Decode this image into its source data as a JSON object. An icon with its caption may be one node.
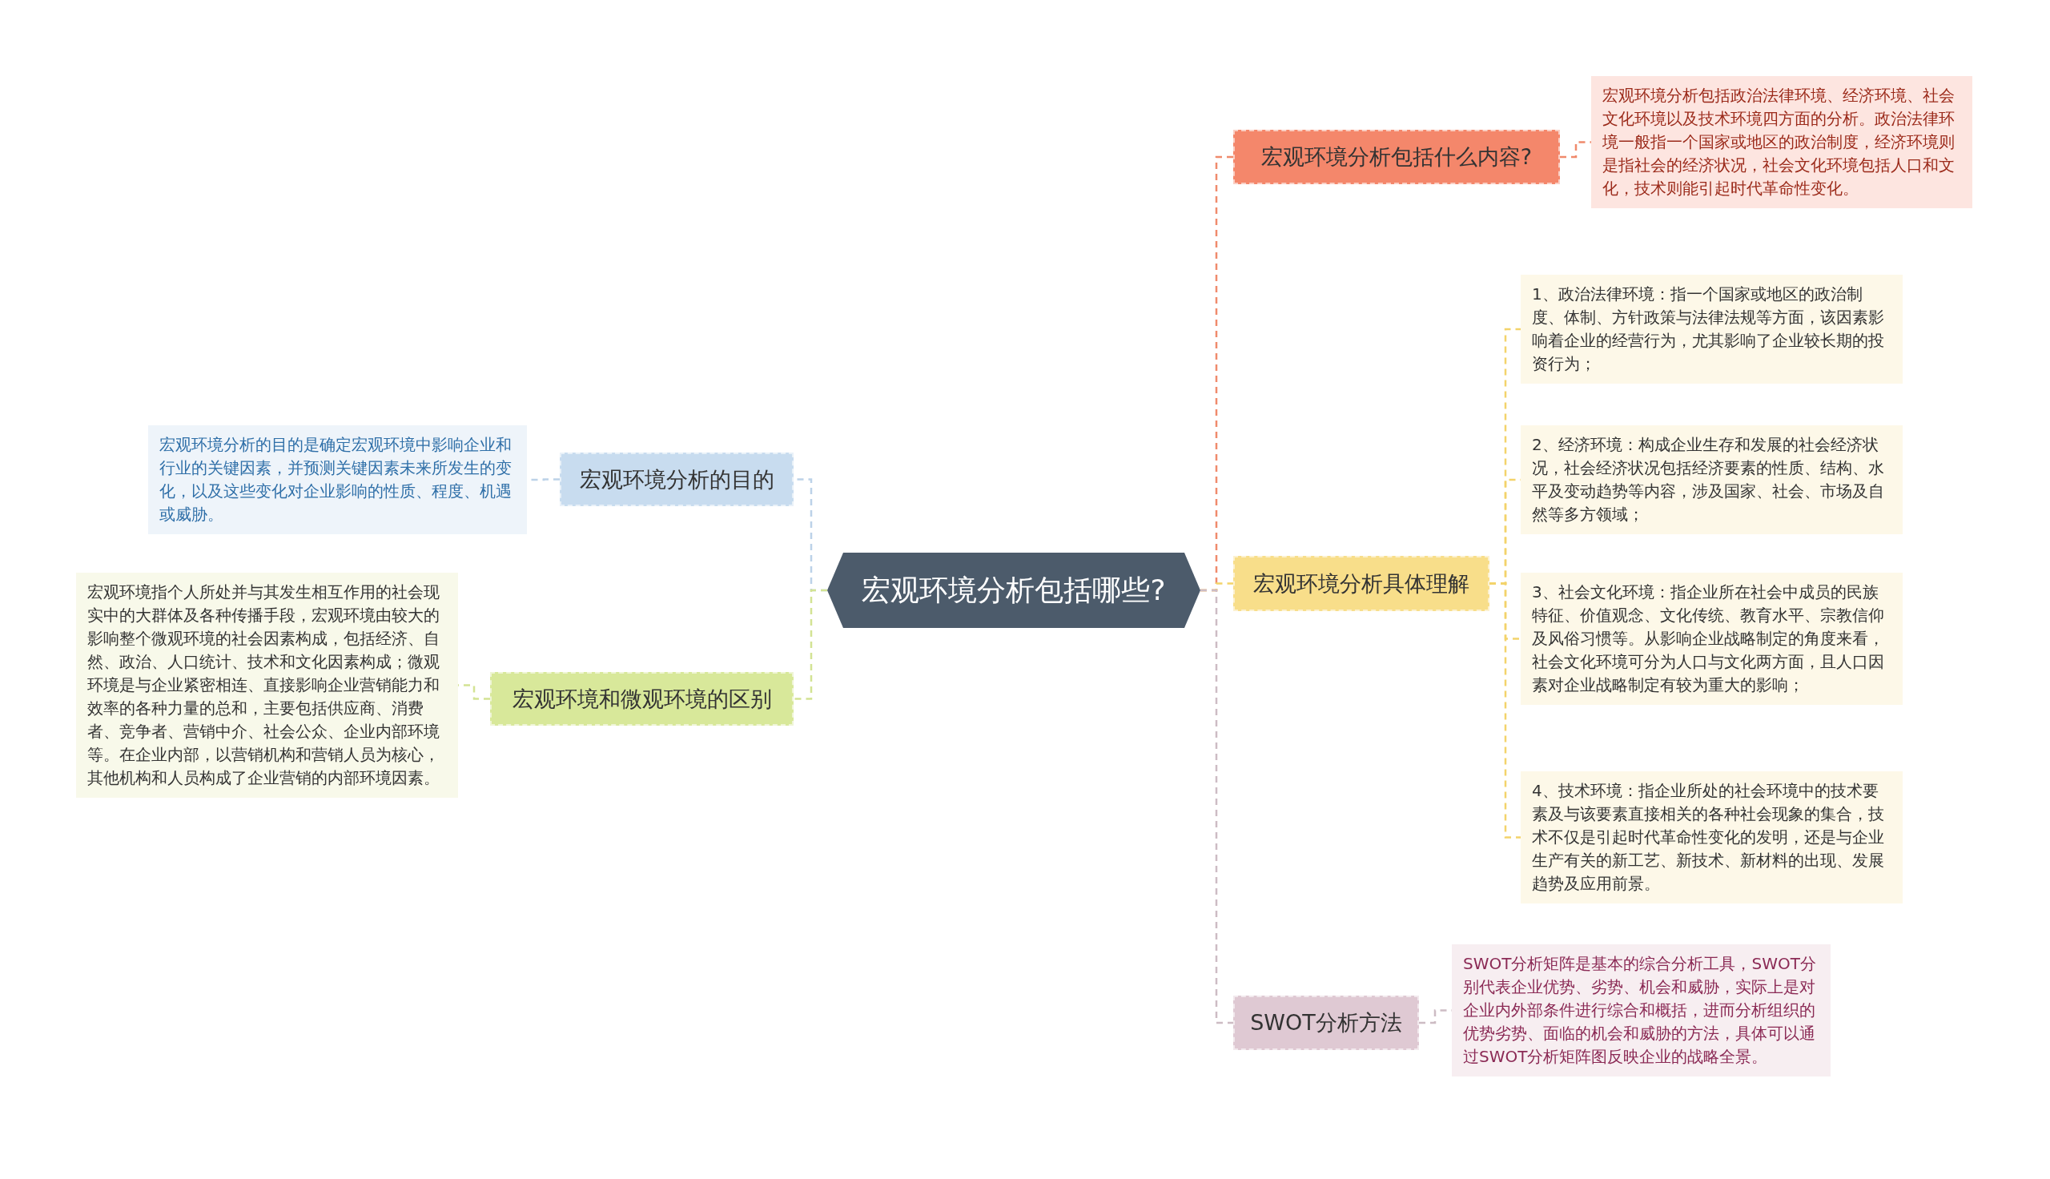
{
  "diagram": {
    "nodes": [
      {
        "text": [
          "宏观环境分析包括哪些?"
        ]
      },
      {
        "text": [
          "宏观环境分析包括什么内容?"
        ]
      },
      {
        "text": [
          "宏观环境分析包括政治法律环境、经济环境、社会文化环境以及技术环境四方面的分析。政治法律环境一般指一个国家或地区的政治制度，经济环境则是指社会的经济状况，社会文化环境包括人口和文化，技术则能引起时代革命性变化。"
        ]
      },
      {
        "text": [
          "宏观环境分析具体理解"
        ]
      },
      {
        "text": [
          "1、政治法律环境：指一个国家或地区的政治制度、体制、方针政策与法律法规等方面，该因素影响着企业的经营行为，尤其影响了企业较长期的投资行为；"
        ]
      },
      {
        "text": [
          "2、经济环境：构成企业生存和发展的社会经济状况，社会经济状况包括经济要素的性质、结构、水平及变动趋势等内容，涉及国家、社会、市场及自然等多方领域；"
        ]
      },
      {
        "text": [
          "3、社会文化环境：指企业所在社会中成员的民族特征、价值观念、文化传统、教育水平、宗教信仰及风俗习惯等。从影响企业战略制定的角度来看，社会文化环境可分为人口与文化两方面，且人口因素对企业战略制定有较为重大的影响；"
        ]
      },
      {
        "text": [
          "4、技术环境：指企业所处的社会环境中的技术要素及与该要素直接相关的各种社会现象的集合，技术不仅是引起时代革命性变化的发明，还是与企业生产有关的新工艺、新技术、新材料的出现、发展趋势及应用前景。"
        ]
      },
      {
        "text": [
          "SWOT分析方法"
        ]
      },
      {
        "text": [
          "SWOT分析矩阵是基本的综合分析工具，SWOT分别代表企业优势、劣势、机会和威胁，实际上是对企业内外部条件进行综合和概括，进而分析组织的优势劣势、面临的机会和威胁的方法，具体可以通过SWOT分析矩阵图反映企业的战略全景。"
        ]
      },
      {
        "text": [
          "宏观环境分析的目的"
        ]
      },
      {
        "text": [
          "宏观环境分析的目的是确定宏观环境中影响企业和行业的关键因素，并预测关键因素未来所发生的变化，以及这些变化对企业影响的性质、程度、机遇或威胁。"
        ]
      },
      {
        "text": [
          "宏观环境和微观环境的区别"
        ]
      },
      {
        "text": [
          "宏观环境指个人所处并与其发生相互作用的社会现实中的大群体及各种传播手段，宏观环境由较大的影响整个微观环境的社会因素构成，包括经济、自然、政治、人口统计、技术和文化因素构成；微观环境是与企业紧密相连、直接影响企业营销能力和效率的各种力量的总和，主要包括供应商、消费者、竞争者、营销中介、社会公众、企业内部环境等。在企业内部，以营销机构和营销人员为核心，其他机构和人员构成了企业营销的内部环境因素。"
        ]
      }
    ],
    "edges": [
      {
        "from": 0,
        "to": 1,
        "arrow": "none",
        "style": "dashed",
        "color": "#f08a6c"
      },
      {
        "from": 1,
        "to": 2,
        "arrow": "none",
        "style": "dashed",
        "color": "#f08a6c"
      },
      {
        "from": 0,
        "to": 3,
        "arrow": "none",
        "style": "dashed",
        "color": "#f3d36b"
      },
      {
        "from": 3,
        "to": 4,
        "arrow": "none",
        "style": "dashed",
        "color": "#f3d36b"
      },
      {
        "from": 3,
        "to": 5,
        "arrow": "none",
        "style": "dashed",
        "color": "#f3d36b"
      },
      {
        "from": 3,
        "to": 6,
        "arrow": "none",
        "style": "dashed",
        "color": "#f3d36b"
      },
      {
        "from": 3,
        "to": 7,
        "arrow": "none",
        "style": "dashed",
        "color": "#f3d36b"
      },
      {
        "from": 0,
        "to": 8,
        "arrow": "none",
        "style": "dashed",
        "color": "#cdbcc4"
      },
      {
        "from": 8,
        "to": 9,
        "arrow": "none",
        "style": "dashed",
        "color": "#cdbcc4"
      },
      {
        "from": 0,
        "to": 10,
        "arrow": "none",
        "style": "dashed",
        "color": "#bcd2e8"
      },
      {
        "from": 10,
        "to": 11,
        "arrow": "none",
        "style": "dashed",
        "color": "#bcd2e8"
      },
      {
        "from": 0,
        "to": 12,
        "arrow": "none",
        "style": "dashed",
        "color": "#d3e394"
      },
      {
        "from": 12,
        "to": 13,
        "arrow": "none",
        "style": "dashed",
        "color": "#d3e394"
      }
    ]
  }
}
